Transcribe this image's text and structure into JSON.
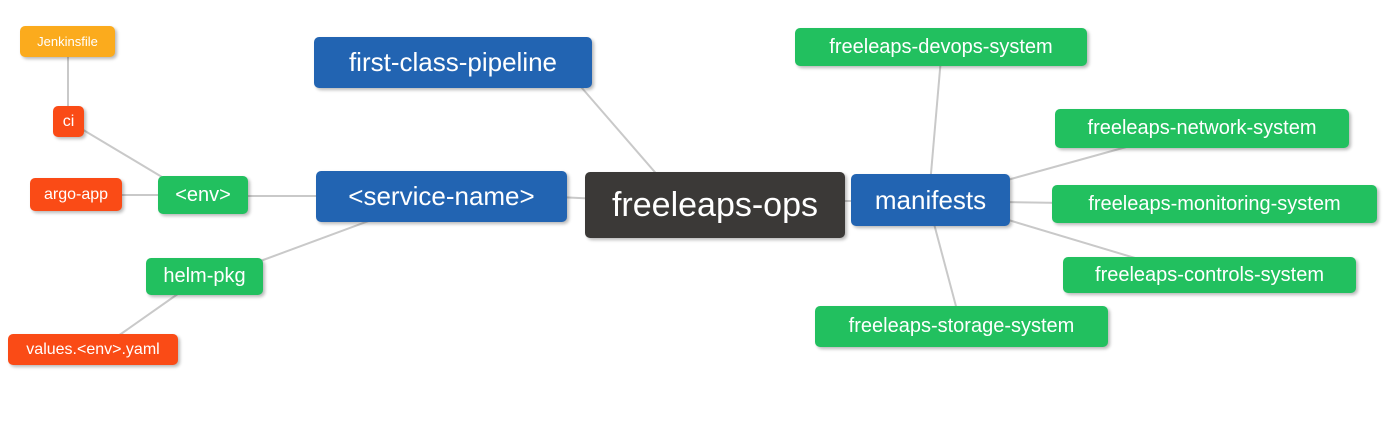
{
  "diagram": {
    "type": "mindmap",
    "root_label": "freeleaps-ops"
  },
  "nodes": [
    {
      "id": "freeleaps-ops",
      "label": "freeleaps-ops",
      "level": 1,
      "color": "dark",
      "parent": null
    },
    {
      "id": "first-class-pipeline",
      "label": "first-class-pipeline",
      "level": 2,
      "color": "blue",
      "parent": "freeleaps-ops"
    },
    {
      "id": "service-name",
      "label": "<service-name>",
      "level": 2,
      "color": "blue",
      "parent": "freeleaps-ops"
    },
    {
      "id": "manifests",
      "label": "manifests",
      "level": 2,
      "color": "blue",
      "parent": "freeleaps-ops"
    },
    {
      "id": "env",
      "label": "<env>",
      "level": 3,
      "color": "green",
      "parent": "service-name"
    },
    {
      "id": "helm-pkg",
      "label": "helm-pkg",
      "level": 3,
      "color": "green",
      "parent": "service-name"
    },
    {
      "id": "ci",
      "label": "ci",
      "level": 4,
      "color": "red",
      "parent": "env"
    },
    {
      "id": "argo-app",
      "label": "argo-app",
      "level": 4,
      "color": "red",
      "parent": "env"
    },
    {
      "id": "jenkinsfile",
      "label": "Jenkinsfile",
      "level": 5,
      "color": "orange",
      "parent": "ci"
    },
    {
      "id": "values-env-yaml",
      "label": "values.<env>.yaml",
      "level": 4,
      "color": "red",
      "parent": "helm-pkg"
    },
    {
      "id": "freeleaps-devops-system",
      "label": "freeleaps-devops-system",
      "level": 3,
      "color": "green",
      "parent": "manifests"
    },
    {
      "id": "freeleaps-network-system",
      "label": "freeleaps-network-system",
      "level": 3,
      "color": "green",
      "parent": "manifests"
    },
    {
      "id": "freeleaps-monitoring-system",
      "label": "freeleaps-monitoring-system",
      "level": 3,
      "color": "green",
      "parent": "manifests"
    },
    {
      "id": "freeleaps-controls-system",
      "label": "freeleaps-controls-system",
      "level": 3,
      "color": "green",
      "parent": "manifests"
    },
    {
      "id": "freeleaps-storage-system",
      "label": "freeleaps-storage-system",
      "level": 3,
      "color": "green",
      "parent": "manifests"
    }
  ],
  "edges": [
    {
      "from": "Jenkinsfile",
      "to": "ci"
    },
    {
      "from": "ci",
      "to": "<env>"
    },
    {
      "from": "argo-app",
      "to": "<env>"
    },
    {
      "from": "<env>",
      "to": "<service-name>"
    },
    {
      "from": "values.<env>.yaml",
      "to": "helm-pkg"
    },
    {
      "from": "helm-pkg",
      "to": "<service-name>"
    },
    {
      "from": "first-class-pipeline",
      "to": "freeleaps-ops"
    },
    {
      "from": "<service-name>",
      "to": "freeleaps-ops"
    },
    {
      "from": "freeleaps-ops",
      "to": "manifests"
    },
    {
      "from": "manifests",
      "to": "freeleaps-devops-system"
    },
    {
      "from": "manifests",
      "to": "freeleaps-network-system"
    },
    {
      "from": "manifests",
      "to": "freeleaps-monitoring-system"
    },
    {
      "from": "manifests",
      "to": "freeleaps-controls-system"
    },
    {
      "from": "manifests",
      "to": "freeleaps-storage-system"
    }
  ],
  "colors": {
    "blue": "#2264b2",
    "green": "#22c05f",
    "red": "#fa4b16",
    "orange": "#fbab1d",
    "dark": "#3b3937",
    "edge": "#c9c9c9",
    "text": "#ffffff",
    "background": "#ffffff"
  }
}
